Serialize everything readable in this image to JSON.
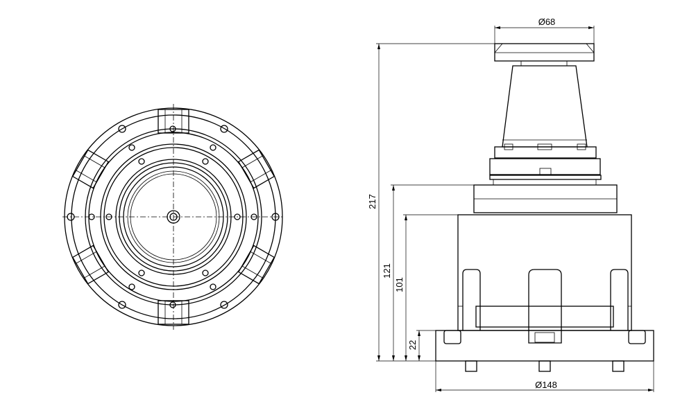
{
  "dimensions": {
    "top_diameter": "Ø68",
    "base_diameter": "Ø148",
    "total_height": "217",
    "height_to_flange": "121",
    "body_height": "101",
    "base_height": "22"
  }
}
